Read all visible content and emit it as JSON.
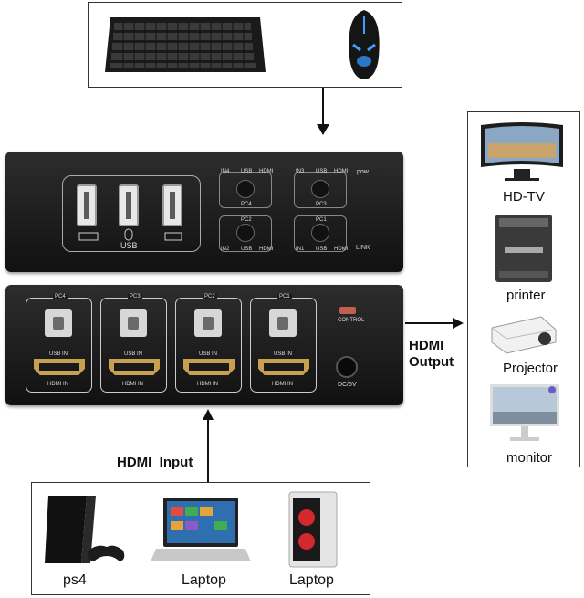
{
  "peripherals": {
    "keyboard_icon": "keyboard-icon",
    "mouse_icon": "mouse-icon"
  },
  "top_kvm": {
    "usb_label": "USB",
    "groups": [
      {
        "port": "IN4",
        "usb": "USB",
        "hdmi": "HDMI",
        "pc": "PC4"
      },
      {
        "port": "IN3",
        "usb": "USB",
        "hdmi": "HDMI",
        "pc": "PC3"
      },
      {
        "port": "IN2",
        "usb": "USB",
        "hdmi": "HDMI",
        "pc": "PC2"
      },
      {
        "port": "IN1",
        "usb": "USB",
        "hdmi": "HDMI",
        "pc": "PC1"
      }
    ],
    "pow": "pow",
    "link": "LINK"
  },
  "bottom_kvm": {
    "ports": [
      {
        "pc": "PC4",
        "usb_in": "USB IN",
        "hdmi_in": "HDMI IN"
      },
      {
        "pc": "PC3",
        "usb_in": "USB IN",
        "hdmi_in": "HDMI IN"
      },
      {
        "pc": "PC2",
        "usb_in": "USB IN",
        "hdmi_in": "HDMI IN"
      },
      {
        "pc": "PC1",
        "usb_in": "USB IN",
        "hdmi_in": "HDMI IN"
      }
    ],
    "control": "CONTROL",
    "power": "DC/5V"
  },
  "output_label_1": "HDMI",
  "output_label_2": "Output",
  "input_label": "HDMI  Input",
  "outputs": [
    {
      "label": "HD-TV",
      "icon": "tv-icon"
    },
    {
      "label": "printer",
      "icon": "printer-icon"
    },
    {
      "label": "Projector",
      "icon": "projector-icon"
    },
    {
      "label": "monitor",
      "icon": "monitor-icon"
    }
  ],
  "inputs": [
    {
      "label": "ps4",
      "icon": "console-icon"
    },
    {
      "label": "Laptop",
      "icon": "laptop-icon"
    },
    {
      "label": "Laptop",
      "icon": "desktop-pc-icon"
    }
  ]
}
